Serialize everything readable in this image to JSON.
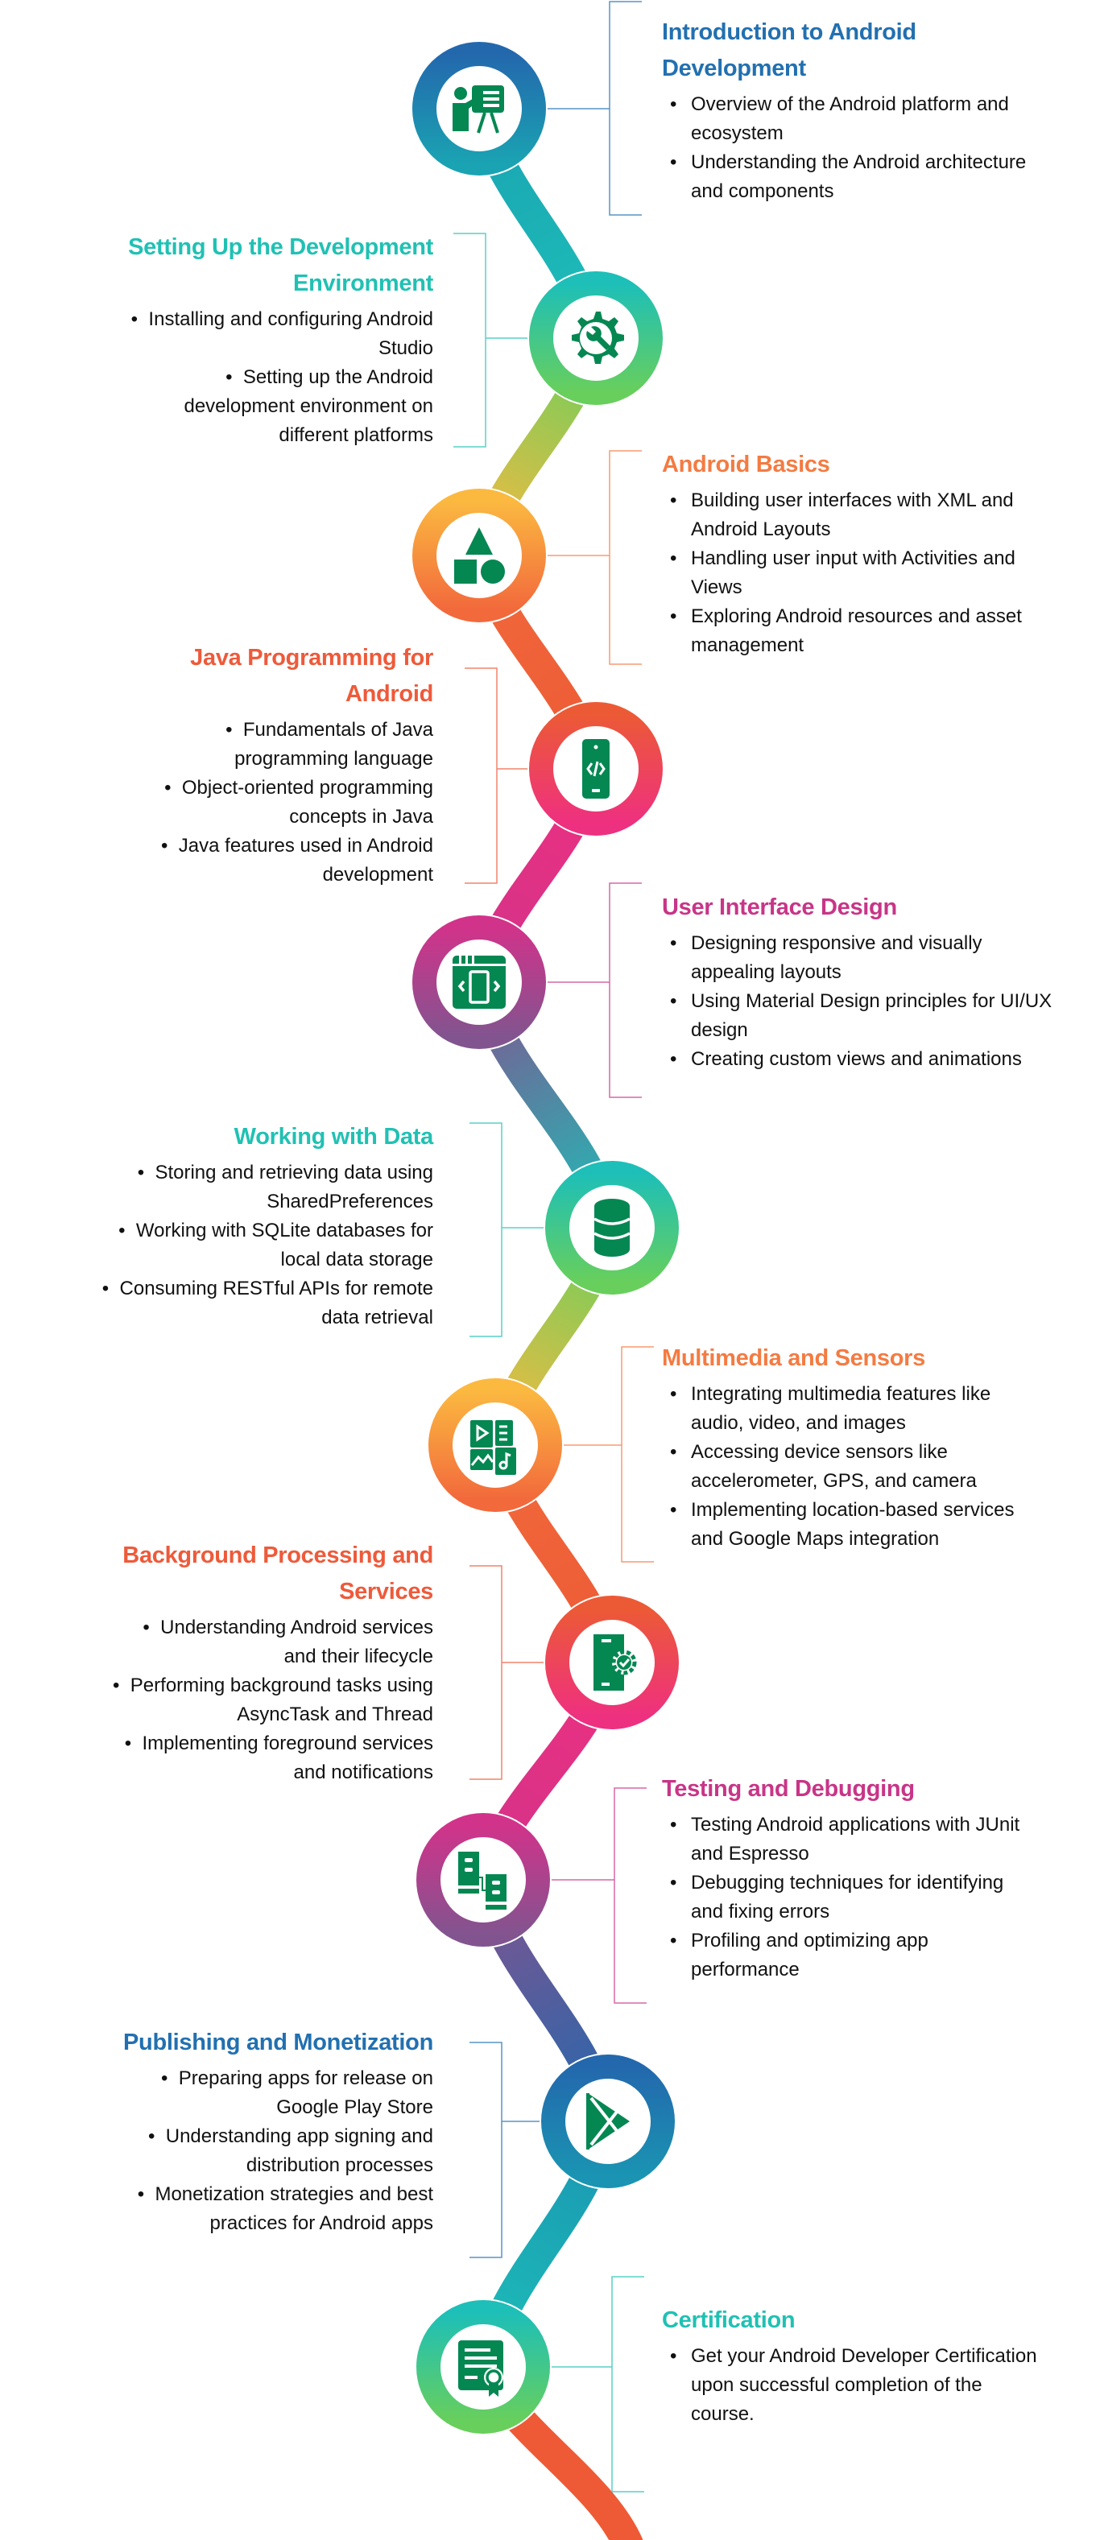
{
  "icon_color": "#058752",
  "steps": [
    {
      "title": "Introduction to Android Development",
      "title_lines": [
        "Introduction to Android",
        "Development"
      ],
      "color": "#2270b0",
      "gradient": [
        "#2368ad",
        "#1aa3b2"
      ],
      "icon": "presentation-icon",
      "side": "right",
      "bullets": [
        [
          "Overview of the Android platform and",
          "ecosystem"
        ],
        [
          "Understanding the Android architecture",
          "and components"
        ]
      ]
    },
    {
      "title": "Setting Up the Development Environment",
      "title_lines": [
        "Setting Up the Development",
        "Environment"
      ],
      "color": "#20c1b3",
      "gradient": [
        "#1dbfb8",
        "#68cf5c"
      ],
      "icon": "gear-wrench-icon",
      "side": "left",
      "bullets": [
        [
          "Installing and configuring Android",
          "Studio"
        ],
        [
          "Setting up the Android",
          "development environment on",
          "different platforms"
        ]
      ]
    },
    {
      "title": "Android Basics",
      "title_lines": [
        "Android Basics"
      ],
      "color": "#f47b42",
      "gradient": [
        "#fbb940",
        "#f2693c"
      ],
      "icon": "shapes-icon",
      "side": "right",
      "bullets": [
        [
          "Building user interfaces with XML and",
          "Android Layouts"
        ],
        [
          "Handling user input with Activities and",
          "Views"
        ],
        [
          "Exploring Android resources and asset",
          "management"
        ]
      ]
    },
    {
      "title": "Java Programming for Android",
      "title_lines": [
        "Java Programming for",
        "Android"
      ],
      "color": "#ee5a3a",
      "gradient": [
        "#ec5a35",
        "#ee3080"
      ],
      "icon": "mobile-code-icon",
      "side": "left",
      "bullets": [
        [
          "Fundamentals of Java",
          "programming language"
        ],
        [
          "Object-oriented programming",
          "concepts in Java"
        ],
        [
          "Java features used in Android",
          "development"
        ]
      ]
    },
    {
      "title": "User Interface Design",
      "title_lines": [
        "User Interface Design"
      ],
      "color": "#c83587",
      "gradient": [
        "#d1338a",
        "#82548f"
      ],
      "icon": "responsive-window-icon",
      "side": "right",
      "bullets": [
        [
          "Designing responsive and visually",
          "appealing layouts"
        ],
        [
          "Using Material Design principles for UI/UX",
          "design"
        ],
        [
          "Creating custom views and animations"
        ]
      ]
    },
    {
      "title": "Working with Data",
      "title_lines": [
        "Working with Data"
      ],
      "color": "#20c1b3",
      "gradient": [
        "#1dbfb8",
        "#68cf5c"
      ],
      "icon": "database-icon",
      "side": "left",
      "bullets": [
        [
          "Storing and retrieving data using",
          "SharedPreferences"
        ],
        [
          "Working with SQLite databases for",
          "local data storage"
        ],
        [
          "Consuming RESTful APIs for remote",
          "data retrieval"
        ]
      ]
    },
    {
      "title": "Multimedia and Sensors",
      "title_lines": [
        "Multimedia and Sensors"
      ],
      "color": "#f47b42",
      "gradient": [
        "#fbb940",
        "#f2693c"
      ],
      "icon": "multimedia-icon",
      "side": "right",
      "bullets": [
        [
          "Integrating multimedia features like",
          "audio, video, and images"
        ],
        [
          "Accessing device sensors like",
          "accelerometer, GPS, and camera"
        ],
        [
          "Implementing location-based services",
          "and Google Maps integration"
        ]
      ]
    },
    {
      "title": "Background Processing and Services",
      "title_lines": [
        "Background Processing and",
        "Services"
      ],
      "color": "#ee5a3a",
      "gradient": [
        "#ec5a35",
        "#ee3080"
      ],
      "icon": "mobile-settings-check-icon",
      "side": "left",
      "bullets": [
        [
          "Understanding Android services",
          "and their lifecycle"
        ],
        [
          "Performing background tasks using",
          "AsyncTask and Thread"
        ],
        [
          "Implementing foreground services",
          "and notifications"
        ]
      ]
    },
    {
      "title": "Testing and Debugging",
      "title_lines": [
        "Testing and Debugging"
      ],
      "color": "#c83587",
      "gradient": [
        "#d1338a",
        "#82548f"
      ],
      "icon": "flow-blocks-icon",
      "side": "right",
      "bullets": [
        [
          "Testing Android applications with JUnit",
          "and Espresso"
        ],
        [
          "Debugging techniques for identifying",
          "and fixing errors"
        ],
        [
          "Profiling and optimizing app",
          "performance"
        ]
      ]
    },
    {
      "title": "Publishing and Monetization",
      "title_lines": [
        "Publishing and Monetization"
      ],
      "color": "#2270b0",
      "gradient": [
        "#2368ad",
        "#1a94b2"
      ],
      "icon": "play-store-icon",
      "side": "left",
      "bullets": [
        [
          "Preparing apps for release on",
          "Google Play Store"
        ],
        [
          "Understanding app signing and",
          "distribution processes"
        ],
        [
          "Monetization strategies and best",
          "practices for Android apps"
        ]
      ]
    },
    {
      "title": "Certification",
      "title_lines": [
        "Certification"
      ],
      "color": "#20c1b3",
      "gradient": [
        "#1dbfb8",
        "#68cf5c"
      ],
      "icon": "certificate-icon",
      "side": "right",
      "bullets": [
        [
          "Get your Android Developer Certification",
          "upon successful completion of the",
          "course."
        ]
      ]
    }
  ]
}
